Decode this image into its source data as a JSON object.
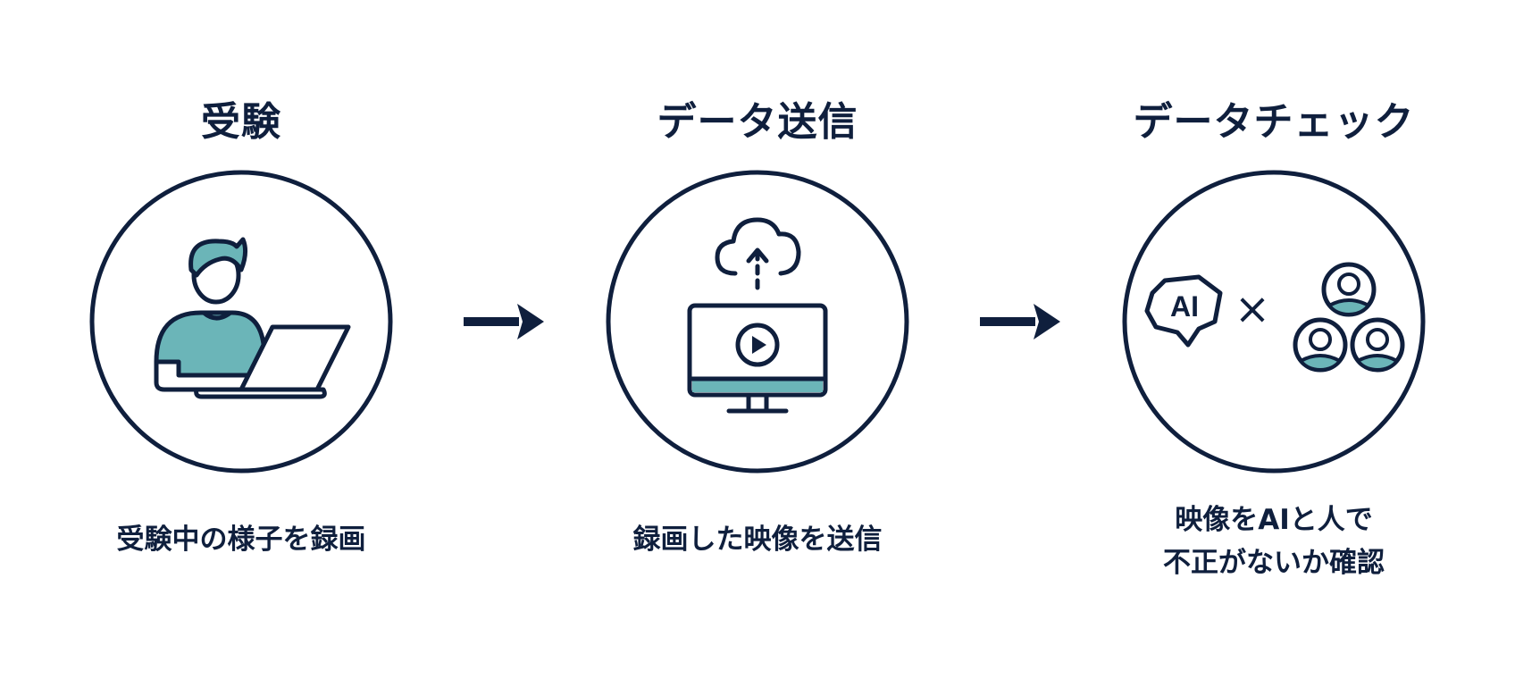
{
  "colors": {
    "navy": "#0f1f3d",
    "teal": "#6bb5b8"
  },
  "steps": [
    {
      "title": "受験",
      "icon": "person-with-laptop-icon",
      "caption": [
        "受験中の様子を録画"
      ]
    },
    {
      "title": "データ送信",
      "icon": "cloud-upload-monitor-icon",
      "caption": [
        "録画した映像を送信"
      ]
    },
    {
      "title": "データチェック",
      "icon": "ai-times-people-icon",
      "ai_label": "AI",
      "times_symbol": "×",
      "caption": [
        "映像をAIと人で",
        "不正がないか確認"
      ]
    }
  ],
  "arrows": [
    "right-arrow-icon",
    "right-arrow-icon"
  ]
}
